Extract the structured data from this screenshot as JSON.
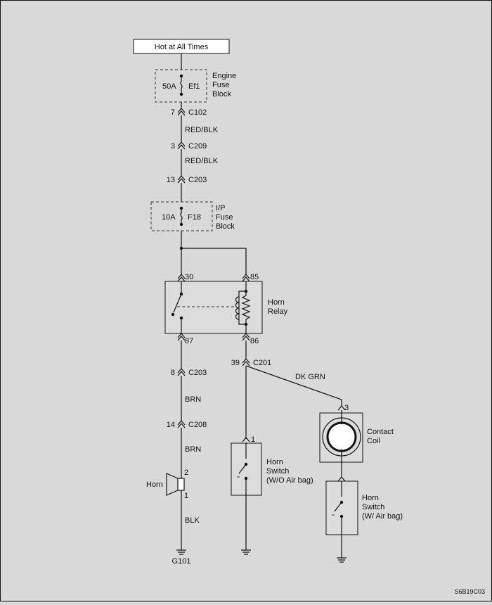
{
  "header": {
    "power_label": "Hot at All Times"
  },
  "engine_fuse": {
    "rating": "50A",
    "id": "Ef1",
    "block_line1": "Engine",
    "block_line2": "Fuse",
    "block_line3": "Block"
  },
  "connectors": {
    "c102": {
      "pin": "7",
      "name": "C102"
    },
    "c209": {
      "pin": "3",
      "name": "C209"
    },
    "c203_top": {
      "pin": "13",
      "name": "C203"
    },
    "c203_bottom": {
      "pin": "8",
      "name": "C203"
    },
    "c208": {
      "pin": "14",
      "name": "C208"
    },
    "c201": {
      "pin": "39",
      "name": "C201"
    }
  },
  "wires": {
    "red_blk_1": "RED/BLK",
    "red_blk_2": "RED/BLK",
    "brn_1": "BRN",
    "brn_2": "BRN",
    "blk": "BLK",
    "dk_grn": "DK GRN"
  },
  "ip_fuse": {
    "rating": "10A",
    "id": "F18",
    "block_line1": "I/P",
    "block_line2": "Fuse",
    "block_line3": "Block"
  },
  "relay": {
    "label_line1": "Horn",
    "label_line2": "Relay",
    "pin_30": "30",
    "pin_85": "85",
    "pin_87": "87",
    "pin_86": "86"
  },
  "horn": {
    "label": "Horn",
    "pin_top": "2",
    "pin_bottom": "1"
  },
  "ground": {
    "label": "G101"
  },
  "switch_wo_airbag": {
    "pin": "1",
    "line1": "Horn",
    "line2": "Switch",
    "line3": "(W/O Air bag)"
  },
  "contact_coil": {
    "pin": "3",
    "line1": "Contact",
    "line2": "Coil"
  },
  "switch_w_airbag": {
    "line1": "Horn",
    "line2": "Switch",
    "line3": "(W/ Air bag)"
  },
  "figure_code": "S6B19C03"
}
